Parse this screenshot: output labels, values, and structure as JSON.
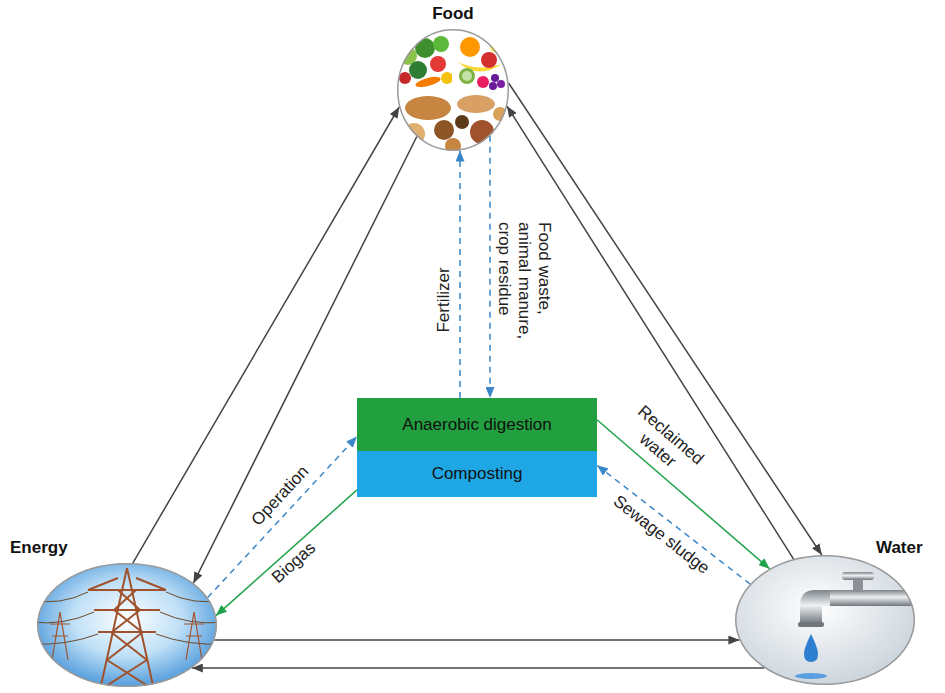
{
  "diagram": {
    "nodes": [
      {
        "text": [
          "Food"
        ]
      },
      {
        "text": [
          "Anaerobic digestion"
        ]
      },
      {
        "text": [
          "Composting"
        ]
      },
      {
        "text": [
          "Energy"
        ]
      },
      {
        "text": [
          "Water"
        ]
      }
    ],
    "edges": [
      {
        "from": 3,
        "to": 0,
        "arrow": "to"
      },
      {
        "from": 0,
        "to": 3,
        "arrow": "to"
      },
      {
        "from": 0,
        "to": 4,
        "arrow": "to"
      },
      {
        "from": 4,
        "to": 0,
        "arrow": "to"
      },
      {
        "from": 3,
        "to": 4,
        "arrow": "to"
      },
      {
        "from": 4,
        "to": 3,
        "arrow": "to"
      },
      {
        "from": 1,
        "to": 0,
        "label": "Fertilizer",
        "arrow": "to"
      },
      {
        "from": 0,
        "to": 1,
        "label": "Food waste, animal manure, crop residue",
        "arrow": "to"
      },
      {
        "from": 3,
        "to": 1,
        "label": "Operation",
        "arrow": "to"
      },
      {
        "from": 2,
        "to": 3,
        "label": "Biogas",
        "arrow": "to"
      },
      {
        "from": 1,
        "to": 4,
        "label": "Reclaimed water",
        "arrow": "to"
      },
      {
        "from": 4,
        "to": 2,
        "label": "Sewage sludge",
        "arrow": "to"
      }
    ]
  }
}
